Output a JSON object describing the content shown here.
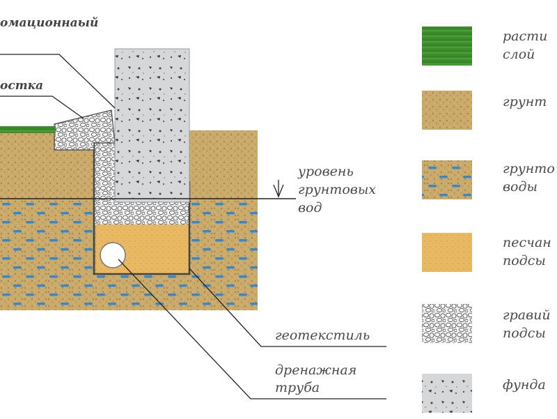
{
  "labels": {
    "top_left": "омационнаый",
    "blind_area": "остка",
    "groundwater_level": [
      "уровень",
      "грунтовых",
      "вод"
    ],
    "geotextile": "геотекстиль",
    "drain_pipe": [
      "дренажная",
      "труба"
    ]
  },
  "legend": [
    {
      "id": "veg",
      "swatch": "vegetation",
      "lines": [
        "расти",
        "слой"
      ]
    },
    {
      "id": "soil",
      "swatch": "soil",
      "lines": [
        "грунт"
      ]
    },
    {
      "id": "gw",
      "swatch": "groundwater",
      "lines": [
        "грунто",
        "воды"
      ]
    },
    {
      "id": "sand",
      "swatch": "sand",
      "lines": [
        "песчан",
        "подсы"
      ]
    },
    {
      "id": "gravel",
      "swatch": "gravel",
      "lines": [
        "гравий",
        "подсы"
      ]
    },
    {
      "id": "found",
      "swatch": "foundation",
      "lines": [
        "фунда"
      ]
    }
  ],
  "colors": {
    "vegetation": "#3f8f2e",
    "soil": "#c8a968",
    "groundwater_dash": "#3a86c6",
    "sand": "#e8b860",
    "gravel": "#d8dbe0",
    "concrete": "#d4d6d8",
    "line": "#333333"
  }
}
